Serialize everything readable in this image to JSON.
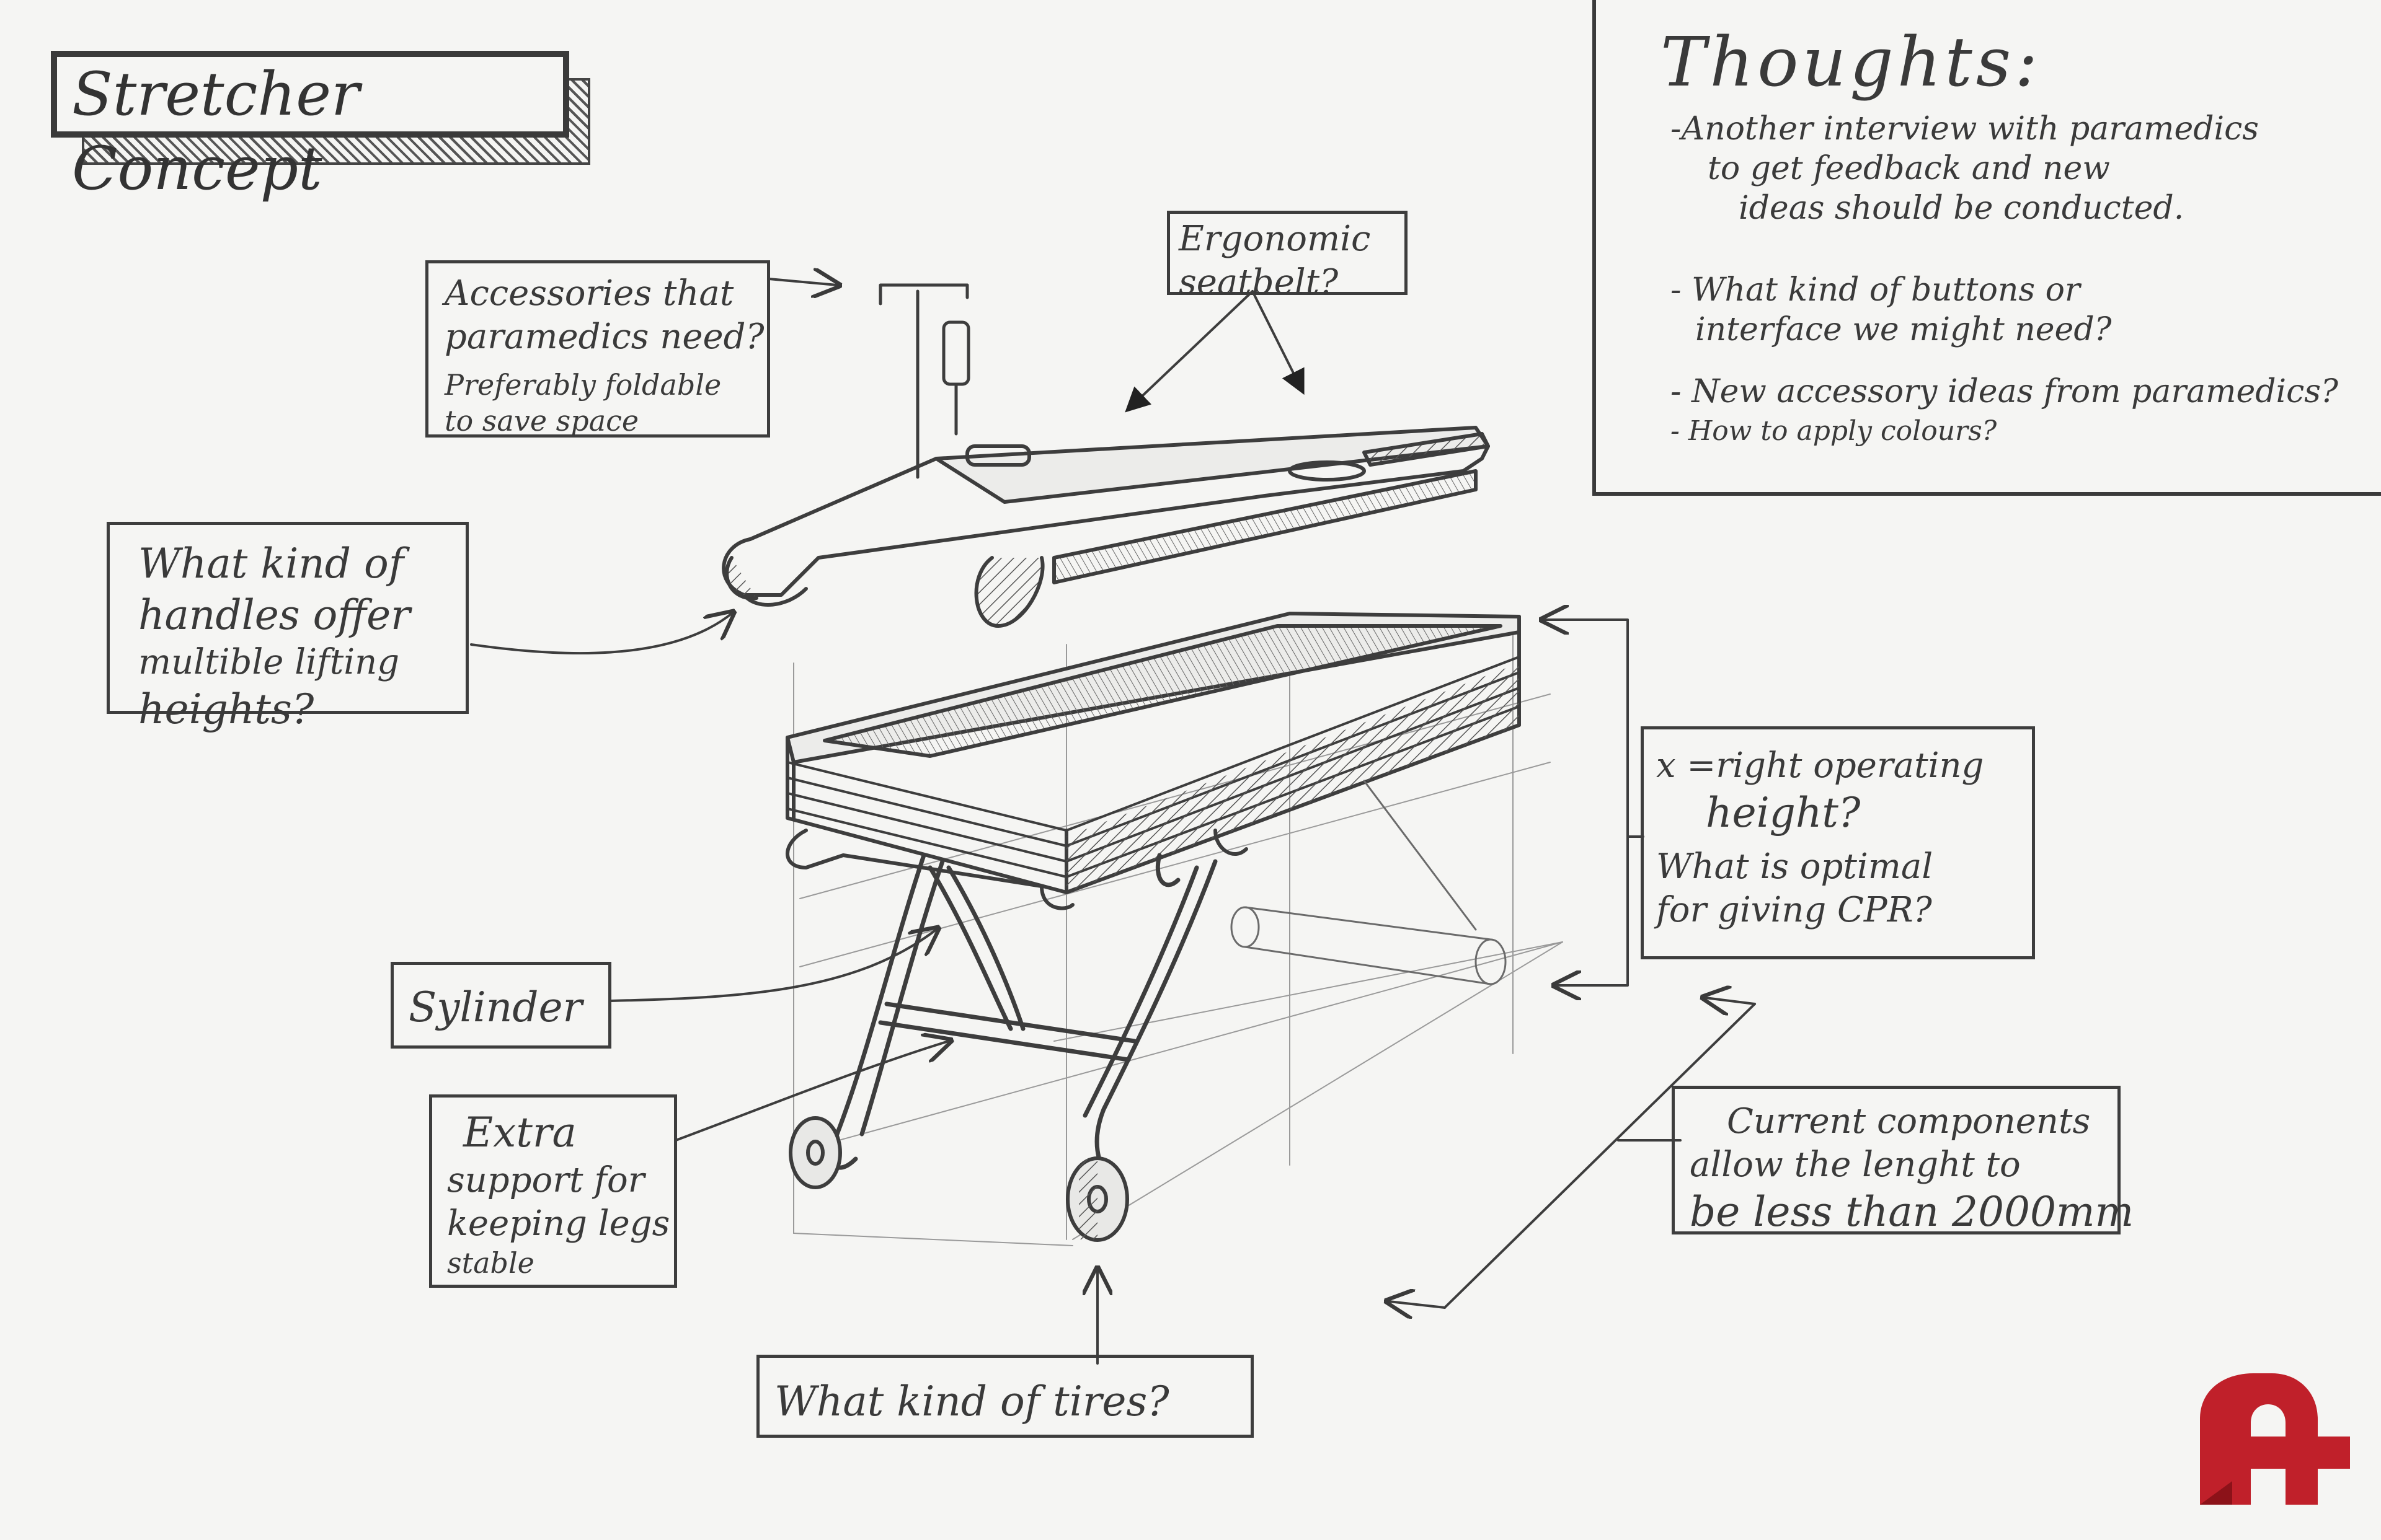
{
  "title": "Stretcher Concept",
  "thoughts": {
    "heading": "Thoughts:",
    "items": [
      [
        "-Another interview with paramedics",
        "to get feedback and new",
        "ideas should be conducted."
      ],
      [
        "- What kind of buttons or",
        "interface we might need?"
      ],
      [
        "- New accessory ideas from paramedics?"
      ],
      [
        "- How to apply colours?"
      ]
    ]
  },
  "notes": {
    "accessories": [
      "Accessories that",
      "paramedics need?",
      "Preferably foldable",
      "to save space"
    ],
    "seatbelt": [
      "Ergonomic",
      "seatbelt?"
    ],
    "handles": [
      "What kind of",
      "handles offer",
      "multible lifting",
      "heights?"
    ],
    "height": [
      "x =right operating",
      "height?",
      "What is optimal",
      "for giving CPR?"
    ],
    "sylinder": [
      "Sylinder"
    ],
    "support": [
      "Extra",
      "support for",
      "keeping legs",
      "stable"
    ],
    "length": [
      "Current components",
      "allow the lenght to",
      "be less than 2000mm"
    ],
    "tires": [
      "What kind of tires?"
    ]
  },
  "colors": {
    "ink": "#3a3a3a",
    "paper": "#f5f5f3",
    "logo": "#c0202a"
  },
  "icons": {
    "logo": "brand-logo-icon"
  }
}
